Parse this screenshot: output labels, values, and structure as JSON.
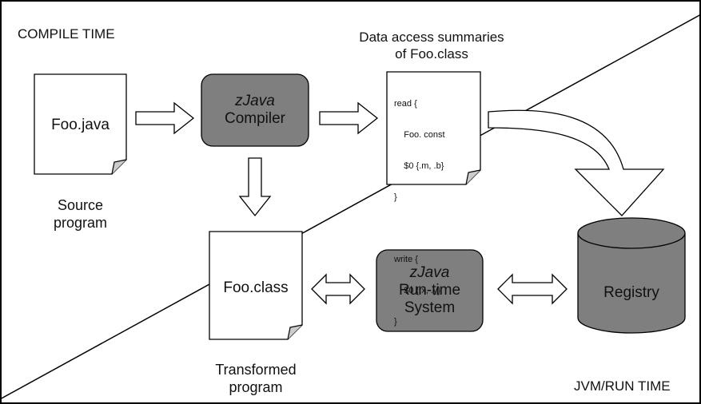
{
  "regions": {
    "compile_time": "COMPILE TIME",
    "run_time": "JVM/RUN TIME"
  },
  "source_file": {
    "name": "Foo.java",
    "caption_line1": "Source",
    "caption_line2": "program"
  },
  "compiler": {
    "line1": "zJava",
    "line2": "Compiler"
  },
  "summaries": {
    "title_line1": "Data access summaries",
    "title_line2": "of Foo.class",
    "lines": [
      "read {",
      "    Foo. const",
      "    $0 {.m, .b}",
      "}",
      "",
      "write {",
      "    $0 {.x, .y}",
      "}"
    ]
  },
  "class_file": {
    "name": "Foo.class",
    "caption_line1": "Transformed",
    "caption_line2": "program"
  },
  "runtime": {
    "line1": "zJava",
    "line2": "Run-time",
    "line3": "System"
  },
  "registry": {
    "label": "Registry"
  },
  "colors": {
    "box_fill": "#7f7f7f",
    "outline": "#000000",
    "page": "#ffffff"
  }
}
